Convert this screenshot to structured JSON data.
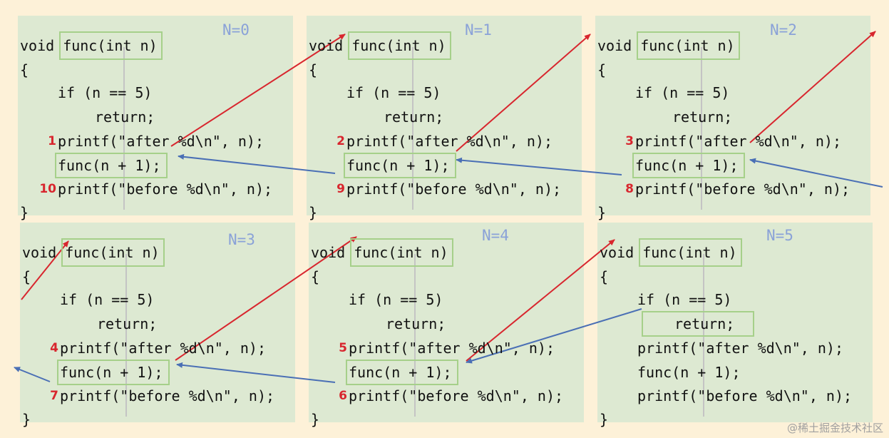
{
  "panels": [
    {
      "n_label": "N=0",
      "step_after": "1",
      "step_before": "10",
      "return_highlight": false
    },
    {
      "n_label": "N=1",
      "step_after": "2",
      "step_before": "9",
      "return_highlight": false
    },
    {
      "n_label": "N=2",
      "step_after": "3",
      "step_before": "8",
      "return_highlight": false
    },
    {
      "n_label": "N=3",
      "step_after": "4",
      "step_before": "7",
      "return_highlight": false
    },
    {
      "n_label": "N=4",
      "step_after": "5",
      "step_before": "6",
      "return_highlight": false
    },
    {
      "n_label": "N=5",
      "step_after": "",
      "step_before": "",
      "return_highlight": true
    }
  ],
  "code": {
    "void_kw": "void",
    "signature": "func(int n)",
    "open_brace": "{",
    "if_line": "if (n == 5)",
    "return_line": "return;",
    "after_line": "printf(\"after %d\\n\", n);",
    "call_line": "func(n + 1);",
    "before_line": "printf(\"before %d\\n\", n);",
    "close_brace": "}"
  },
  "colors": {
    "call_arrow": "#d8262e",
    "return_arrow": "#4a6fb5",
    "panel_bg": "#dde9d2",
    "step_number": "#d8262e",
    "n_label": "#8aa2d8",
    "highlight": "#a6d08a"
  },
  "watermark": "@稀土掘金技术社区"
}
